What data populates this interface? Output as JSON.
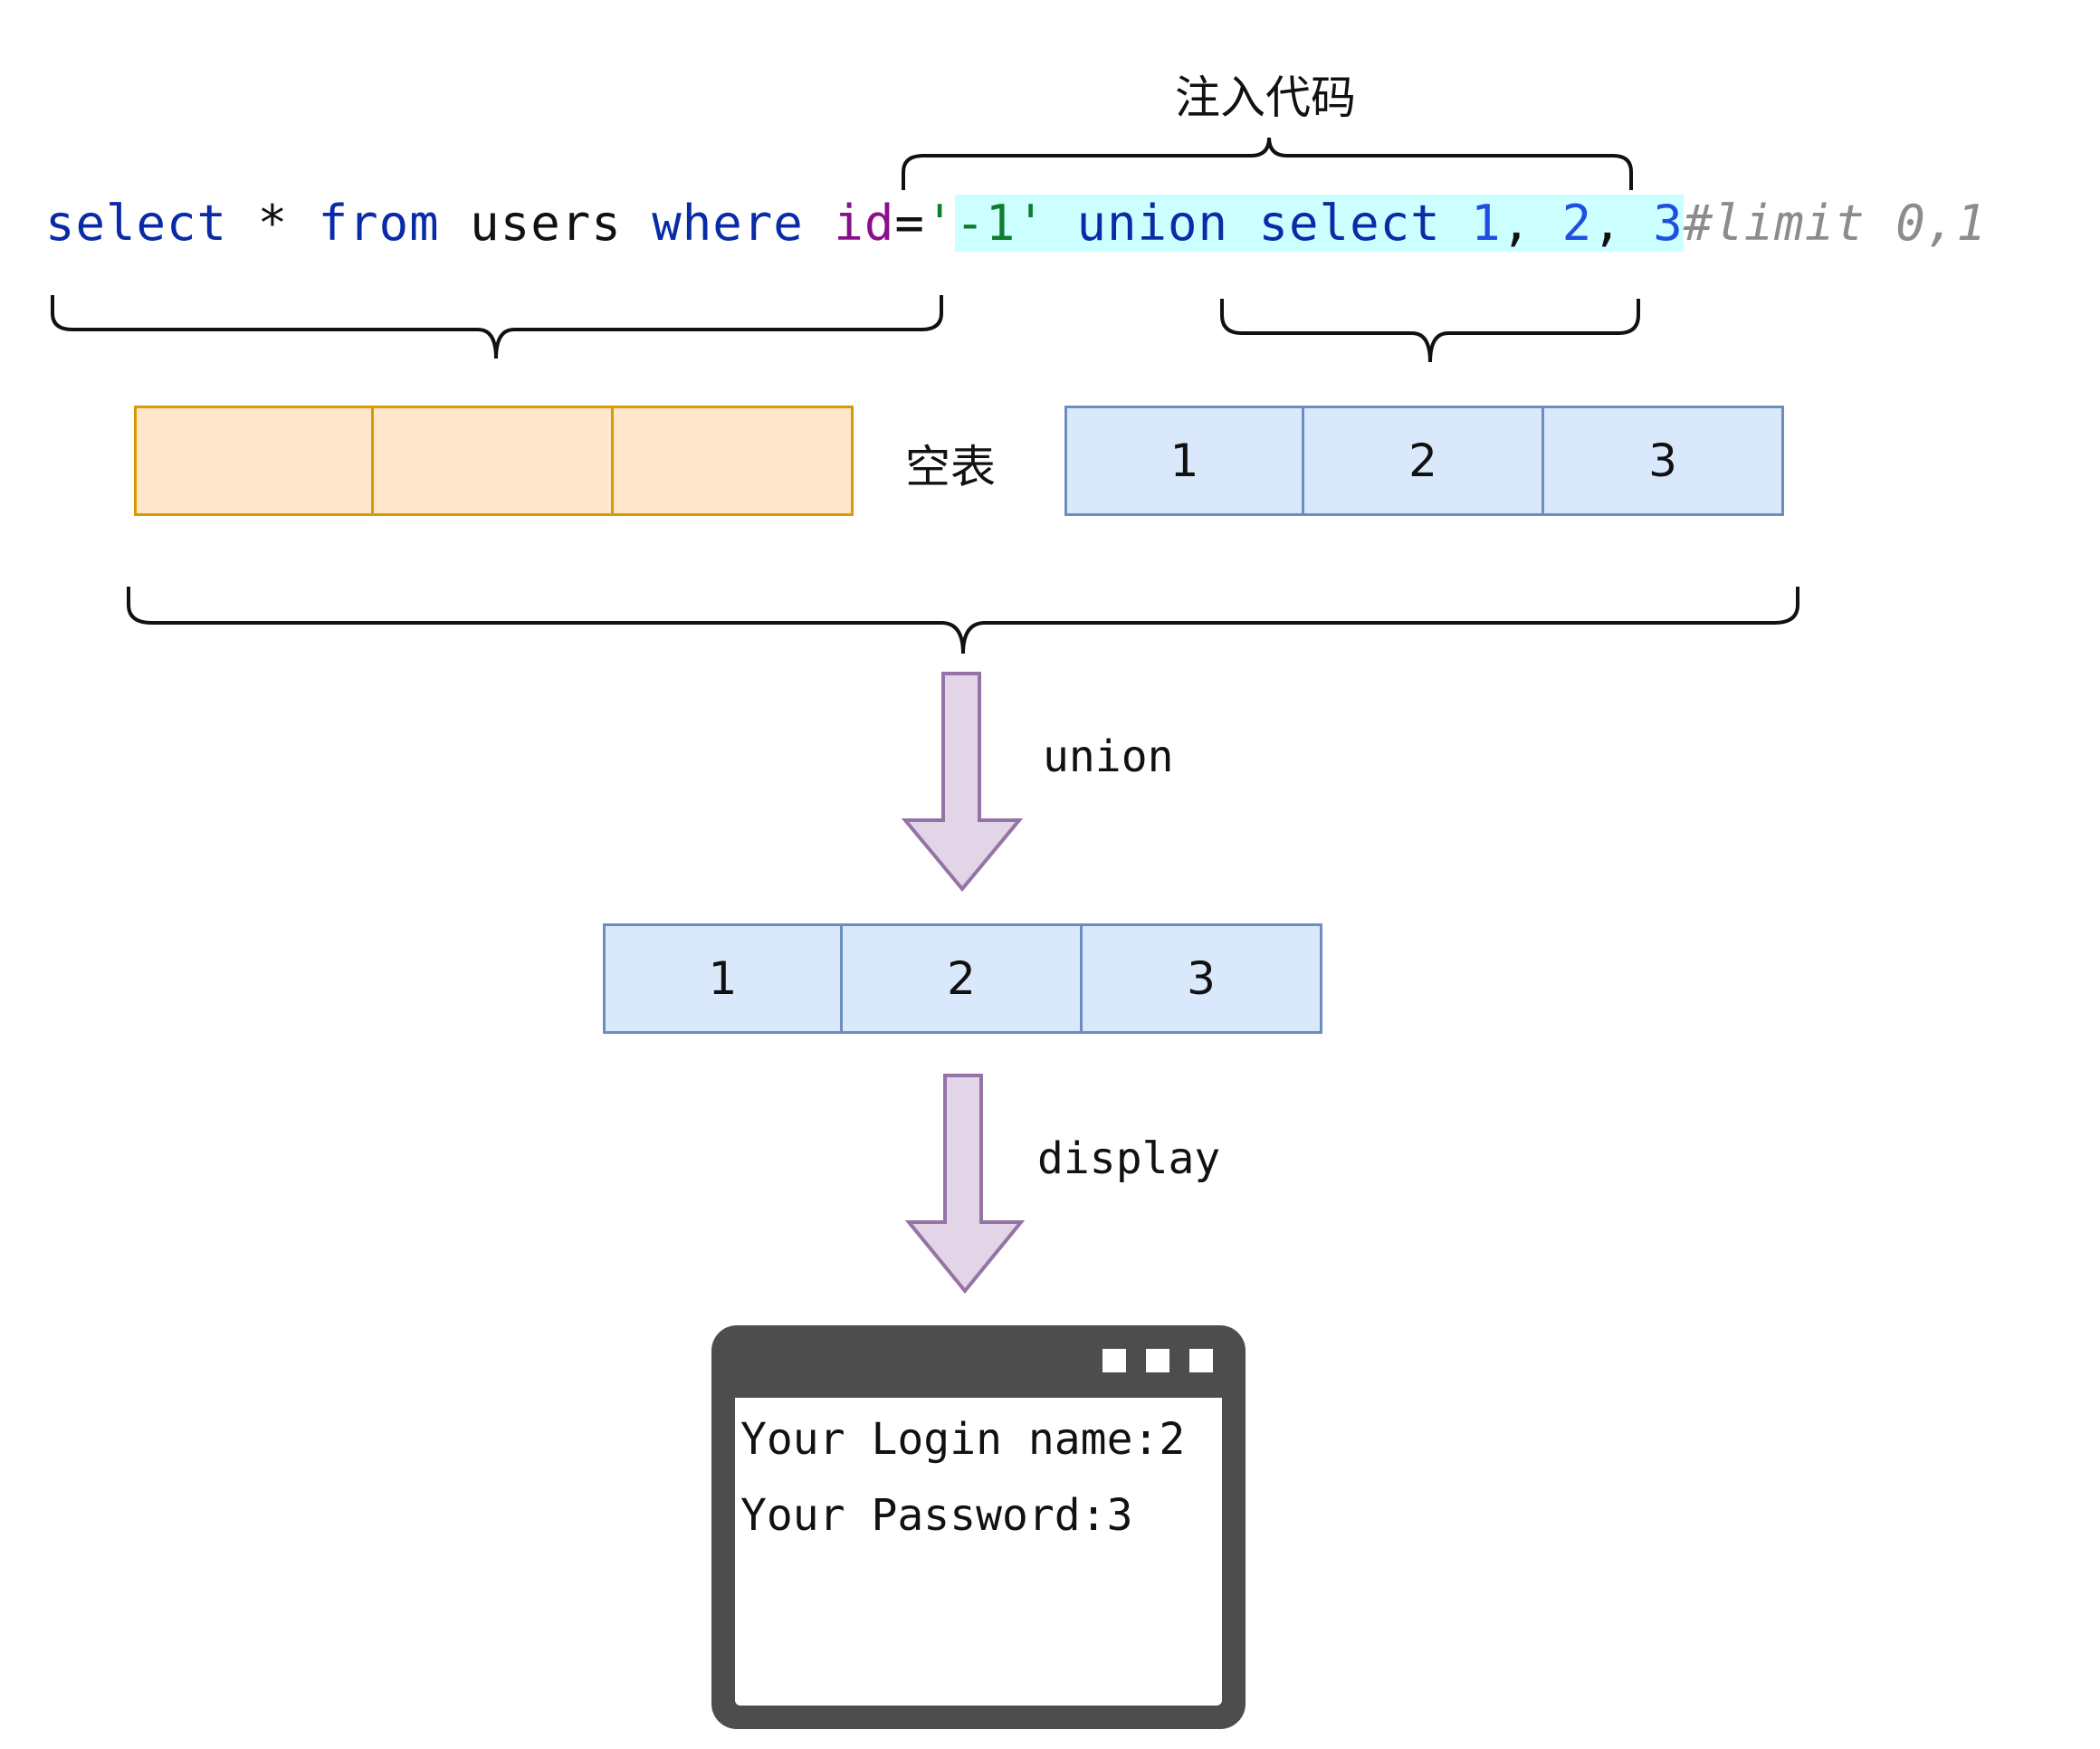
{
  "sql": {
    "select": "select",
    "star": " * ",
    "from": "from",
    "users": " users ",
    "where": "where",
    "id": " id",
    "eq": "=",
    "quote_open": "'",
    "injected_value": "-1'",
    "union": "union",
    "select2": "select",
    "n1": "1",
    "c1": ", ",
    "n2": "2",
    "c2": ", ",
    "n3": "3",
    "comment": "#limit 0,1"
  },
  "labels": {
    "injected_code": "注入代码",
    "empty_table": "空表",
    "union_arrow": "union",
    "display_arrow": "display"
  },
  "tables": {
    "original": [
      "",
      "",
      ""
    ],
    "injected": [
      "1",
      "2",
      "3"
    ],
    "result": [
      "1",
      "2",
      "3"
    ]
  },
  "window": {
    "line1": "Your Login name:2",
    "line2": "Your Password:3"
  },
  "colors": {
    "keyword": "#0a2ba8",
    "identifier": "#8a0f8a",
    "string": "#0f7d2f",
    "number": "#1e4fe0",
    "comment": "#8c8c8c",
    "highlight": "#ccffff",
    "orange_fill": "#ffe6cc",
    "orange_stroke": "#d79b00",
    "blue_fill": "#dae8fc",
    "blue_stroke": "#6c8ebf",
    "arrow_fill": "#e1d5e7",
    "arrow_stroke": "#9673a6",
    "window_frame": "#4d4d4d"
  }
}
